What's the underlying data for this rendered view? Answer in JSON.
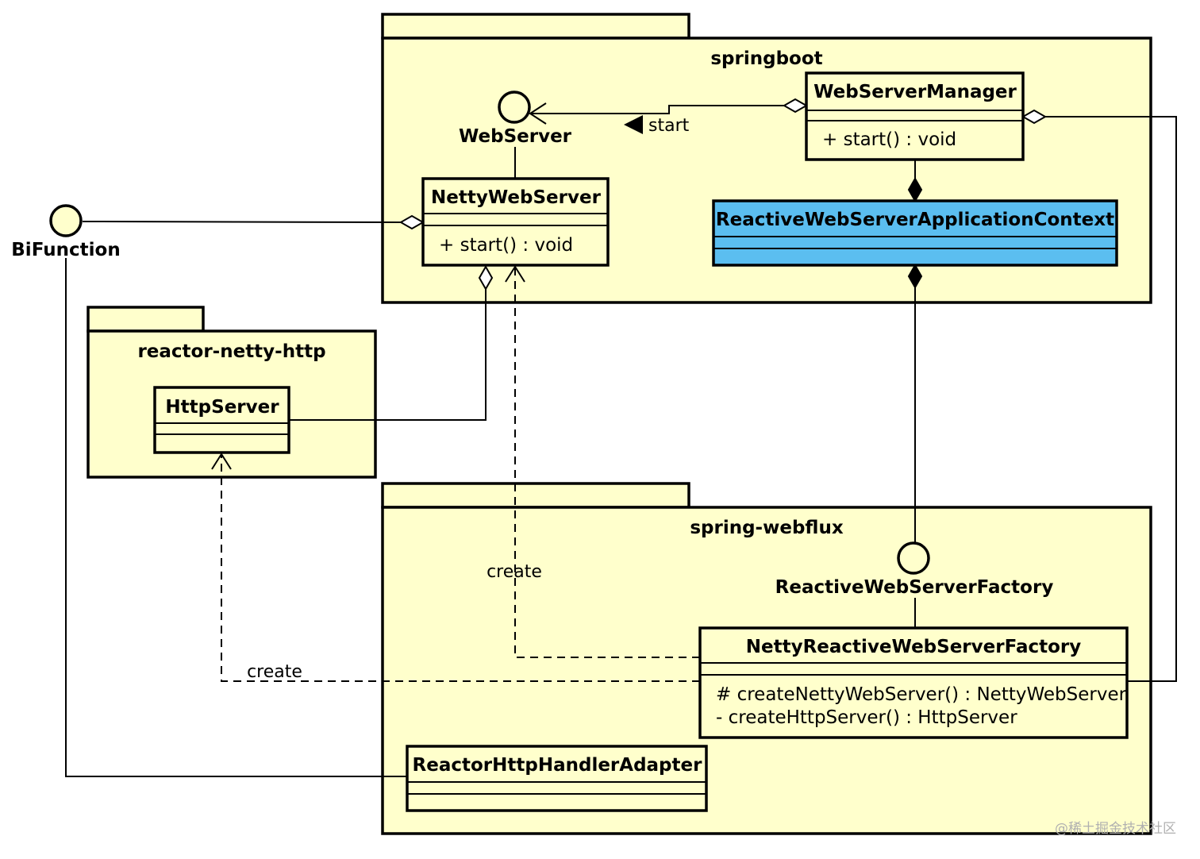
{
  "packages": {
    "springboot": "springboot",
    "reactor_netty_http": "reactor-netty-http",
    "spring_webflux": "spring-webflux"
  },
  "classes": {
    "web_server_manager": {
      "name": "WebServerManager",
      "op": "+ start() : void"
    },
    "netty_web_server": {
      "name": "NettyWebServer",
      "op": "+ start() : void"
    },
    "reactive_context": {
      "name": "ReactiveWebServerApplicationContext",
      "color": "#5bbef0"
    },
    "http_server": {
      "name": "HttpServer"
    },
    "netty_reactive_factory": {
      "name": "NettyReactiveWebServerFactory",
      "op1": "# createNettyWebServer() : NettyWebServer",
      "op2": "- createHttpServer() : HttpServer"
    },
    "reactor_handler_adapter": {
      "name": "ReactorHttpHandlerAdapter"
    }
  },
  "interfaces": {
    "web_server": "WebServer",
    "bi_function": "BiFunction",
    "reactive_web_server_factory": "ReactiveWebServerFactory"
  },
  "labels": {
    "start": "start",
    "create_netty": "create",
    "create_http": "create"
  },
  "watermark": "@稀土掘金技术社区",
  "colors": {
    "package_fill": "#ffffcc",
    "highlight": "#5bbef0"
  }
}
